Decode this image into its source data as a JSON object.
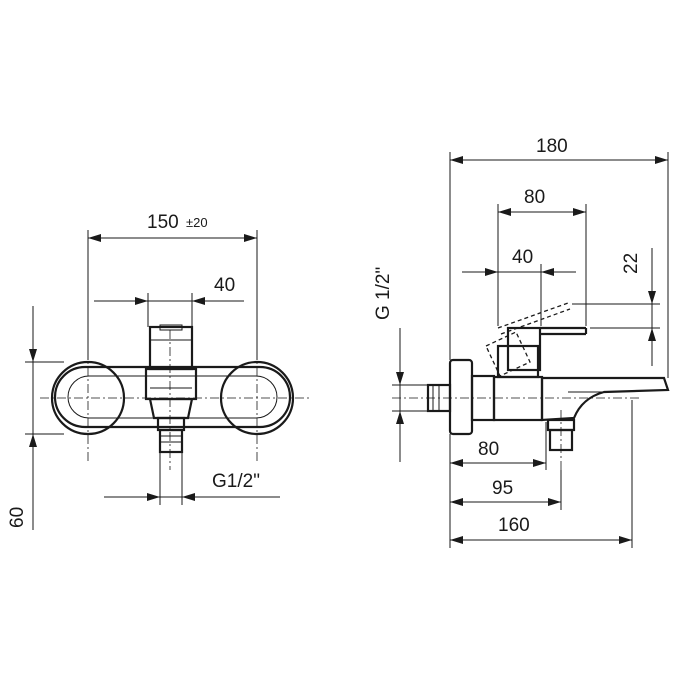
{
  "front_view": {
    "dim_width": "150",
    "dim_tolerance": "±20",
    "dim_handle": "40",
    "dim_thread": "G1/2\"",
    "dim_height": "60"
  },
  "side_view": {
    "dim_total": "180",
    "dim_lever": "80",
    "dim_lever_half": "40",
    "dim_lever_rise": "22",
    "dim_thread_vertical": "G 1/2\"",
    "dim_outlet": "80",
    "dim_spout_axis": "95",
    "dim_spout": "160"
  }
}
